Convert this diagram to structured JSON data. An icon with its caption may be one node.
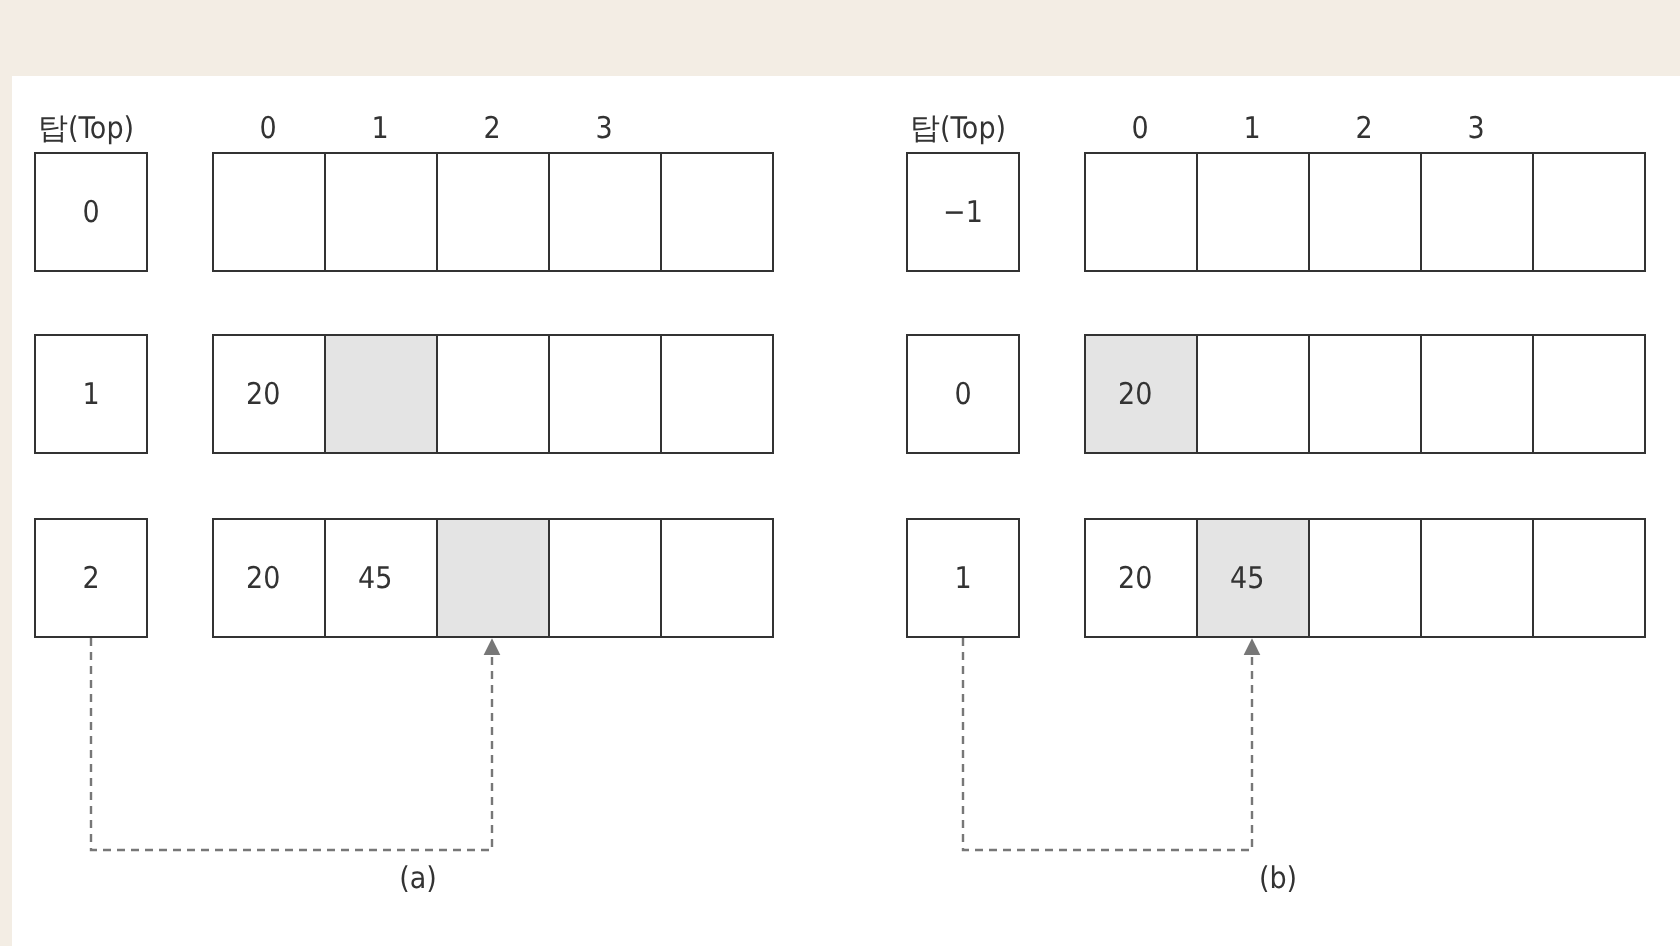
{
  "diagram": {
    "nodes": [
      {
        "text": [
          "0"
        ]
      },
      {
        "text": [],
        "shape": "box"
      },
      {
        "text": [],
        "shape": "box"
      },
      {
        "text": [],
        "shape": "box"
      },
      {
        "text": [],
        "shape": "box"
      },
      {
        "text": [],
        "shape": "box"
      },
      {
        "text": [
          "1"
        ]
      },
      {
        "text": [
          "20"
        ]
      },
      {
        "text": [],
        "shape": "box"
      },
      {
        "text": [],
        "shape": "box"
      },
      {
        "text": [],
        "shape": "box"
      },
      {
        "text": [],
        "shape": "box"
      },
      {
        "text": [
          "2"
        ]
      },
      {
        "text": [
          "20"
        ]
      },
      {
        "text": [
          "45"
        ]
      },
      {
        "text": [],
        "shape": "box"
      },
      {
        "text": [],
        "shape": "box"
      },
      {
        "text": [],
        "shape": "box"
      },
      {
        "text": [
          "−1"
        ]
      },
      {
        "text": [],
        "shape": "box"
      },
      {
        "text": [],
        "shape": "box"
      },
      {
        "text": [],
        "shape": "box"
      },
      {
        "text": [],
        "shape": "box"
      },
      {
        "text": [],
        "shape": "box"
      },
      {
        "text": [
          "0"
        ]
      },
      {
        "text": [
          "20"
        ]
      },
      {
        "text": [],
        "shape": "box"
      },
      {
        "text": [],
        "shape": "box"
      },
      {
        "text": [],
        "shape": "box"
      },
      {
        "text": [],
        "shape": "box"
      },
      {
        "text": [
          "1"
        ]
      },
      {
        "text": [
          "20"
        ]
      },
      {
        "text": [
          "45"
        ]
      },
      {
        "text": [],
        "shape": "box"
      },
      {
        "text": [],
        "shape": "box"
      },
      {
        "text": [],
        "shape": "box"
      }
    ],
    "edges": [
      {
        "from": 12,
        "to": 15,
        "arrow": "to",
        "style": "dashed"
      },
      {
        "from": 30,
        "to": 32,
        "arrow": "to",
        "style": "dashed"
      }
    ],
    "labels": [
      "탑(Top)",
      "0",
      "1",
      "2",
      "3",
      "탑(Top)",
      "0",
      "1",
      "2",
      "3",
      "(a)",
      "(b)"
    ]
  }
}
